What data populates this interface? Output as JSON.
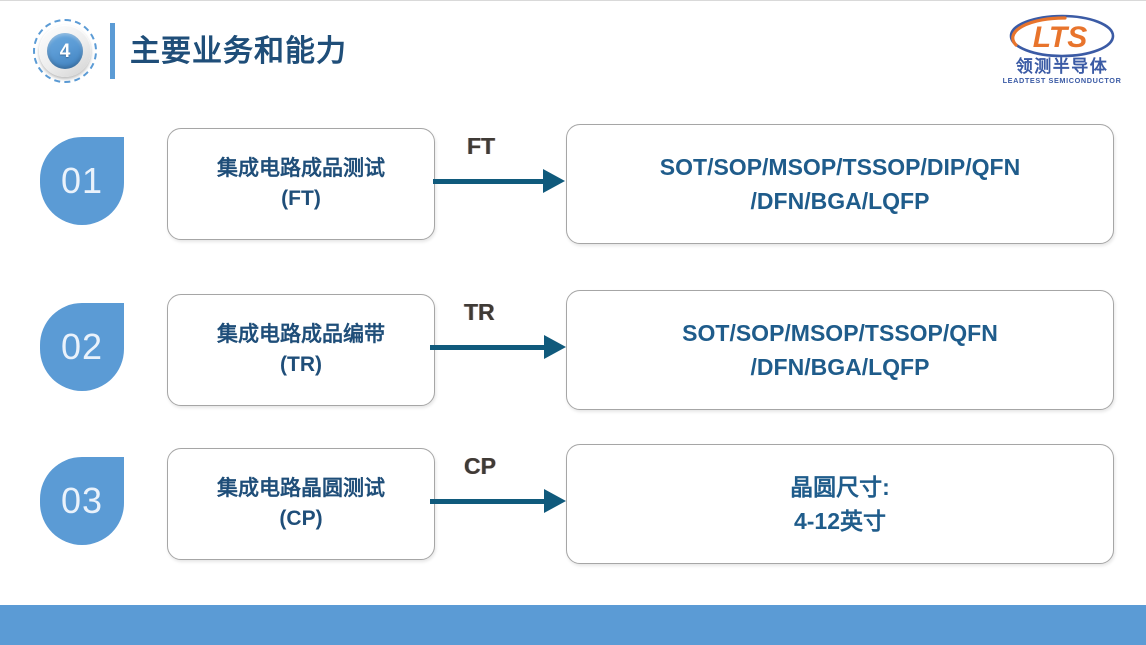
{
  "header": {
    "step_number": "4",
    "title": "主要业务和能力"
  },
  "logo": {
    "mark_text": "LTS",
    "company_cn": "领测半导体",
    "company_en": "LEADTEST SEMICONDUCTOR",
    "colors": {
      "orange": "#E8742C",
      "blue": "#3B5BA5"
    }
  },
  "rows": [
    {
      "number": "01",
      "service_line1": "集成电路成品测试",
      "service_line2": "(FT)",
      "arrow_label": "FT",
      "packages_line1": "SOT/SOP/MSOP/TSSOP/DIP/QFN",
      "packages_line2": "/DFN/BGA/LQFP"
    },
    {
      "number": "02",
      "service_line1": "集成电路成品编带",
      "service_line2": "(TR)",
      "arrow_label": "TR",
      "packages_line1": "SOT/SOP/MSOP/TSSOP/QFN",
      "packages_line2": "/DFN/BGA/LQFP"
    },
    {
      "number": "03",
      "service_line1": "集成电路晶圆测试",
      "service_line2": "(CP)",
      "arrow_label": "CP",
      "packages_line1": "晶圆尺寸:",
      "packages_line2": "4-12英寸"
    }
  ],
  "colors": {
    "accent_blue": "#5B9BD5",
    "title_navy": "#1F4E79",
    "arrow_teal": "#105A7C",
    "box_border": "#A6A6A6",
    "footer_bar": "#5B9BD5"
  }
}
